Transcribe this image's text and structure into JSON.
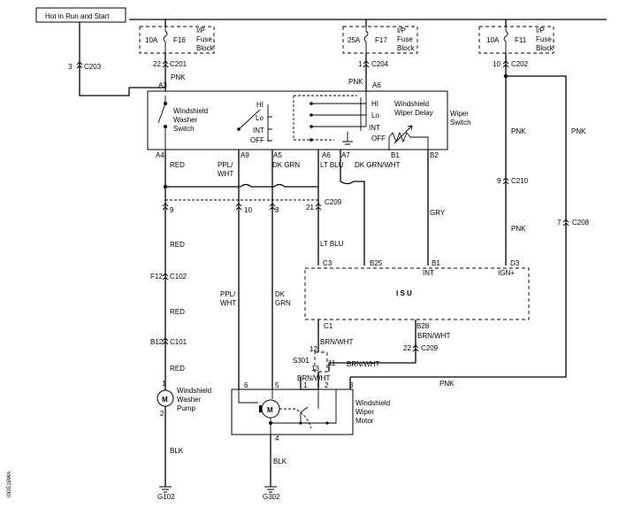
{
  "power_label": "Hot in Run and Start",
  "fuses": [
    {
      "rating": "10A",
      "id": "F16",
      "desc": [
        "I/P",
        "Fuse",
        "Block"
      ],
      "pin": "22",
      "conn": "C201"
    },
    {
      "rating": "25A",
      "id": "F17",
      "desc": [
        "I/P",
        "Fuse",
        "Block"
      ],
      "pin": "1",
      "conn": "C204"
    },
    {
      "rating": "10A",
      "id": "F11",
      "desc": [
        "I/P",
        "Fuse",
        "Block"
      ],
      "pin": "10",
      "conn": "C202"
    }
  ],
  "connectors": {
    "c203": {
      "pin": "3",
      "name": "C203"
    },
    "c209_top": {
      "pins": [
        "9",
        "10",
        "8",
        "21"
      ],
      "name": "C209"
    },
    "c210": {
      "pin": "9",
      "name": "C210"
    },
    "c208": {
      "pin": "7",
      "name": "C208"
    },
    "c102": {
      "pin": "F12",
      "name": "C102"
    },
    "c101": {
      "pin": "B12",
      "name": "C101"
    },
    "c209_bot": {
      "pin": "22",
      "name": "C209"
    },
    "s301": {
      "name": "S301",
      "pins": [
        "12",
        "11",
        "13"
      ]
    }
  },
  "wiper_switch": {
    "title": [
      "Wiper",
      "Switch"
    ],
    "washer_label": [
      "Windshield",
      "Washer",
      "Switch"
    ],
    "delay_label": [
      "Windshield",
      "Wiper Delay"
    ],
    "positions": [
      "HI",
      "Lo",
      "INT",
      "OFF"
    ],
    "delay_positions": [
      "HI",
      "Lo",
      "INT",
      "OFF"
    ],
    "pins_top": [
      "A3",
      "A6"
    ],
    "pins_bottom": [
      "A4",
      "A9",
      "A5",
      "A6",
      "A7",
      "B1",
      "B2"
    ]
  },
  "wires": {
    "pnk": "PNK",
    "red": "RED",
    "ppl_wht": [
      "PPL/",
      "WHT"
    ],
    "dk_grn": "DK GRN",
    "dk_grn_v": [
      "DK",
      "GRN"
    ],
    "lt_blu": "LT BLU",
    "dk_grn_wht": "DK GRN/WHT",
    "gry": "GRY",
    "brn_wht": "BRN/WHT",
    "blk": "BLK"
  },
  "isu": {
    "label": "I S U",
    "pins": [
      "C3",
      "B25",
      "B1",
      "D3",
      "C1",
      "B28"
    ],
    "pin_labels": [
      "INT",
      "IGN+"
    ]
  },
  "washer_pump": {
    "label": [
      "Windshield",
      "Washer",
      "Pump"
    ],
    "pins": [
      "1",
      "2"
    ],
    "symbol": "M"
  },
  "wiper_motor": {
    "label": [
      "Windshield",
      "Wiper",
      "Motor"
    ],
    "pins": [
      "6",
      "5",
      "1",
      "2",
      "3",
      "4"
    ],
    "symbol": "M"
  },
  "grounds": [
    "G102",
    "G302"
  ],
  "figure_code": "I0DE16WA"
}
